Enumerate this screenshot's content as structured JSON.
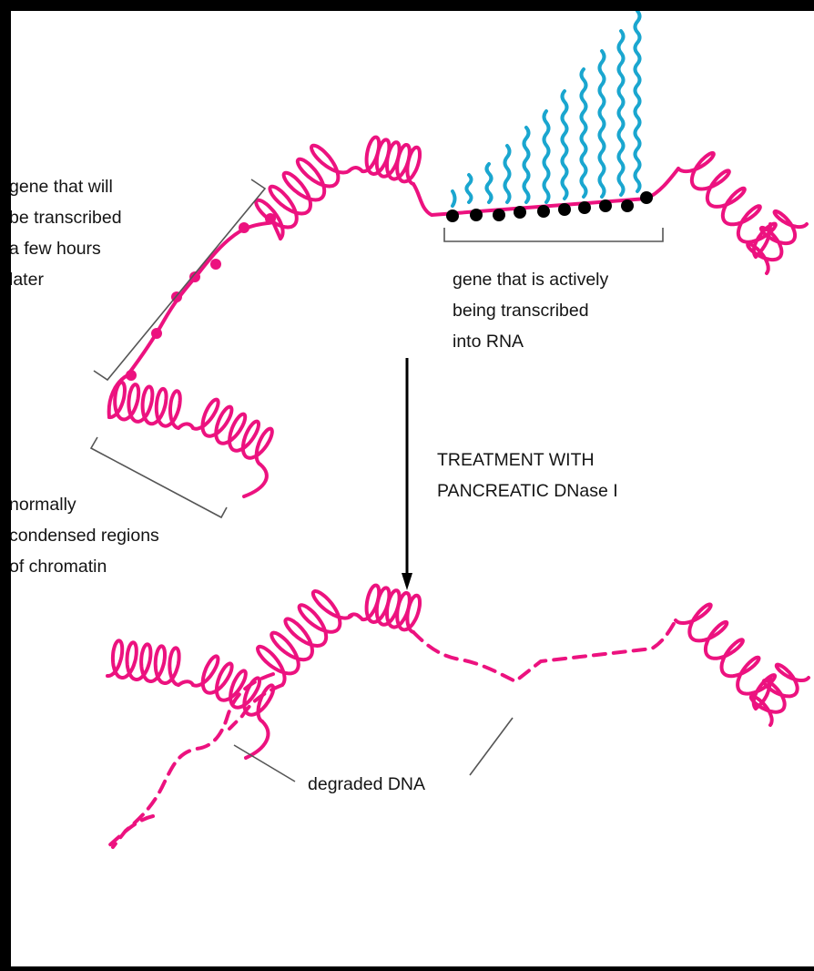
{
  "labels": {
    "later_gene": [
      "gene that will",
      "be transcribed",
      "a few hours",
      "later"
    ],
    "active_gene": [
      "gene that is actively",
      "being transcribed",
      "into RNA"
    ],
    "condensed": [
      "normally",
      "condensed regions",
      "of chromatin"
    ],
    "treatment": [
      "TREATMENT WITH",
      "PANCREATIC DNase I"
    ],
    "degraded": "degraded DNA"
  },
  "colors": {
    "chromatin": "#ec127f",
    "rna": "#1aa6cf",
    "nucleosome": "#000000",
    "bracket": "#555555",
    "text": "#141414"
  }
}
